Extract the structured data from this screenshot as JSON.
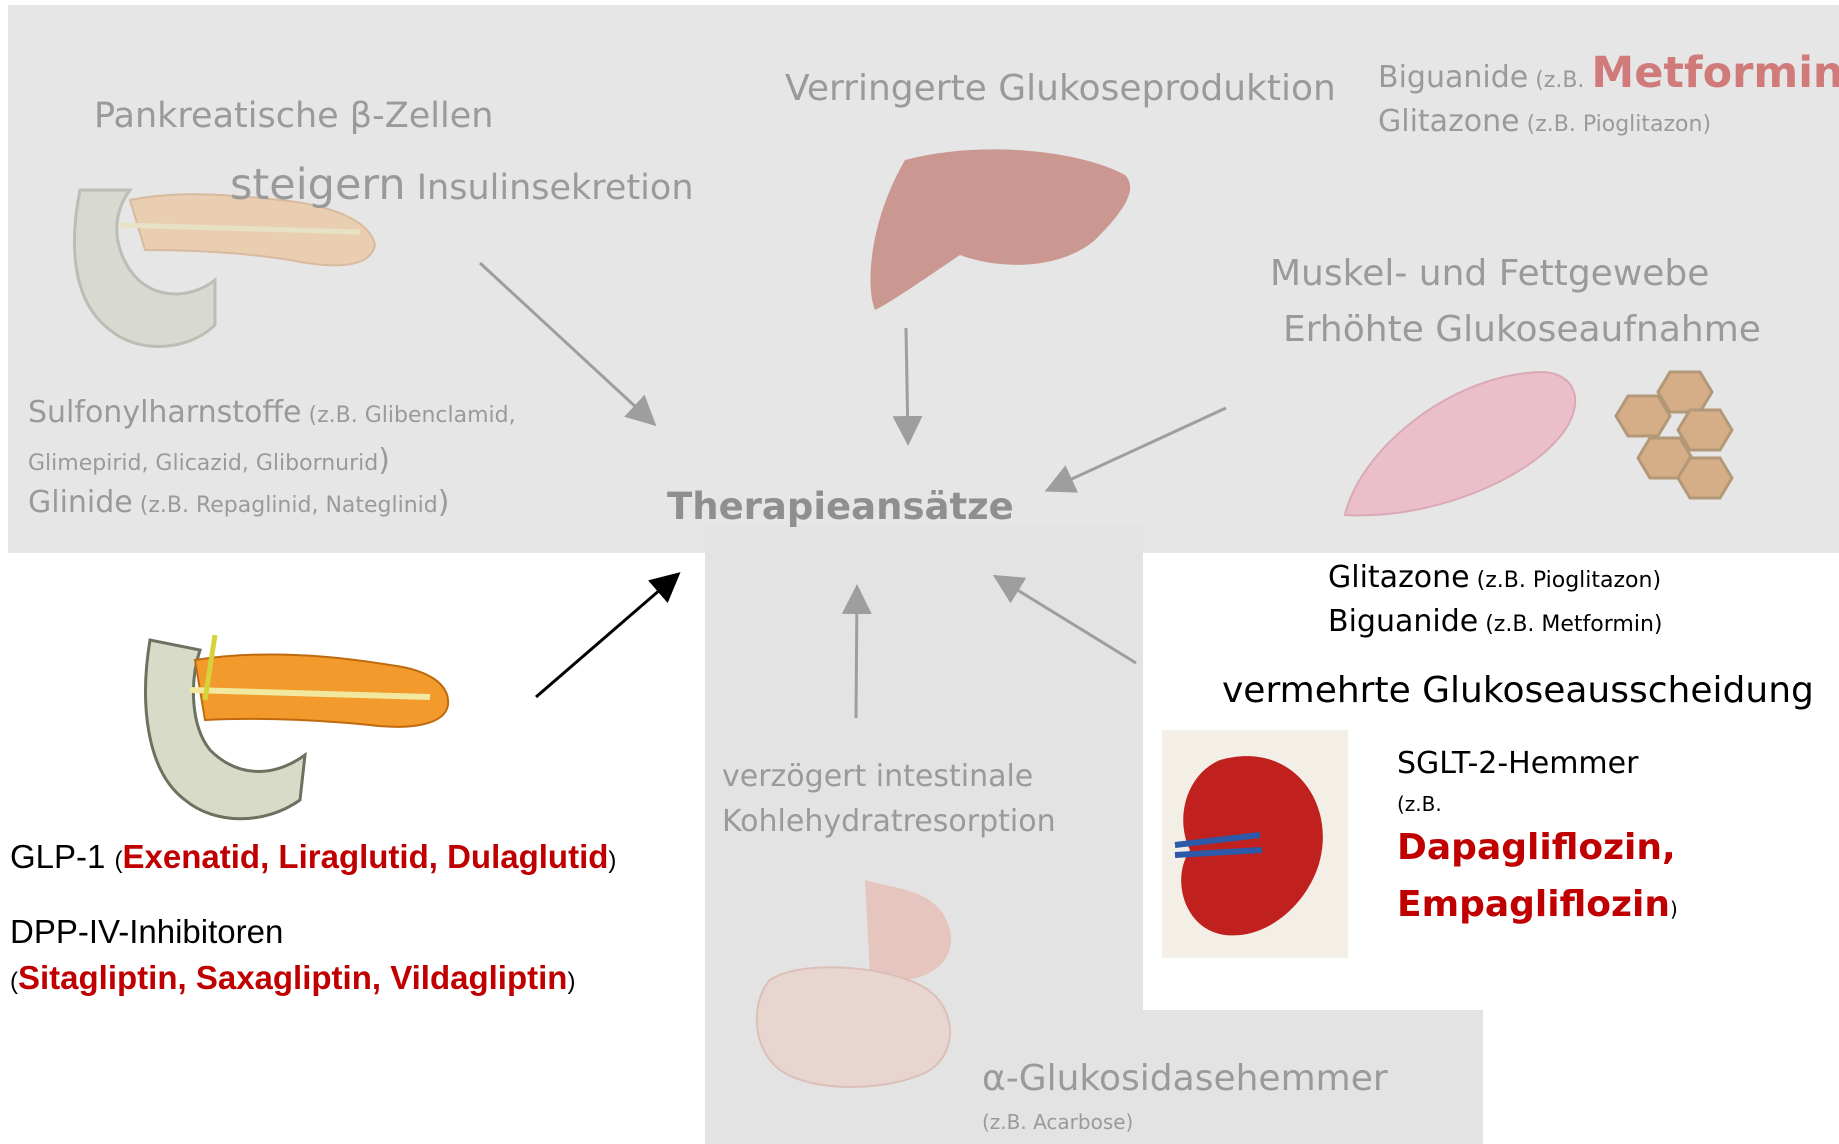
{
  "title": "Therapieansätze",
  "pancreas_top": {
    "line1": "Pankreatische β-Zellen",
    "line2_big": "steigern",
    "line2_rest": " Insulinsekretion"
  },
  "liver": {
    "label": "Verringerte Glukoseproduktion"
  },
  "top_right_drugs": {
    "biguanide": "Biguanide",
    "biguanide_eg_open": " (z.B. ",
    "biguanide_drug": "Metformin",
    "biguanide_close": ")",
    "glitazone": "Glitazone",
    "glitazone_eg": " (z.B. Pioglitazon)"
  },
  "muscle": {
    "line1": "Muskel- und Fettgewebe",
    "line2": "Erhöhte Glukoseaufnahme"
  },
  "sulfonyl": {
    "name": "Sulfonylharnstoffe",
    "eg1": " (z.B. Glibenclamid,",
    "eg2": "Glimepirid, Glicazid, Glibornurid",
    "close2": ")",
    "glinide": "Glinide",
    "glinide_eg": " (z.B. Repaglinid, Nateglinid",
    "close3": ")"
  },
  "right_mid": {
    "glitazone": "Glitazone",
    "glitazone_eg": " (z.B. Pioglitazon)",
    "biguanide": "Biguanide",
    "biguanide_eg": " (z.B. Metformin)"
  },
  "kidney": {
    "label": "vermehrte Glukoseausscheidung",
    "sglt": "SGLT-2-Hemmer",
    "eg": "(z.B.",
    "drug1": "Dapagliflozin,",
    "drug2": "Empagliflozin",
    "close": ")"
  },
  "intestine": {
    "line1": "verzögert intestinale",
    "line2": "Kohlehydratresorption"
  },
  "glucosidase": {
    "label": "α-Glukosidasehemmer",
    "eg": "(z.B. Acarbose)"
  },
  "incretin": {
    "glp_prefix": "GLP-1 ",
    "glp_open": "(",
    "glp_drugs": "Exenatid, Liraglutid, Dulaglutid",
    "glp_close": ")",
    "dpp": "DPP-IV-Inhibitoren",
    "dpp_open": "(",
    "dpp_drugs": "Sitagliptin, Saxagliptin, Vildagliptin",
    "dpp_close": ")"
  },
  "colors": {
    "panel": "#e6e6e6",
    "grey_text": "#9a9a9a",
    "red": "#c00000",
    "faded_red": "#d07a7a",
    "arrow_grey": "#9e9e9e",
    "arrow_black": "#000000"
  }
}
